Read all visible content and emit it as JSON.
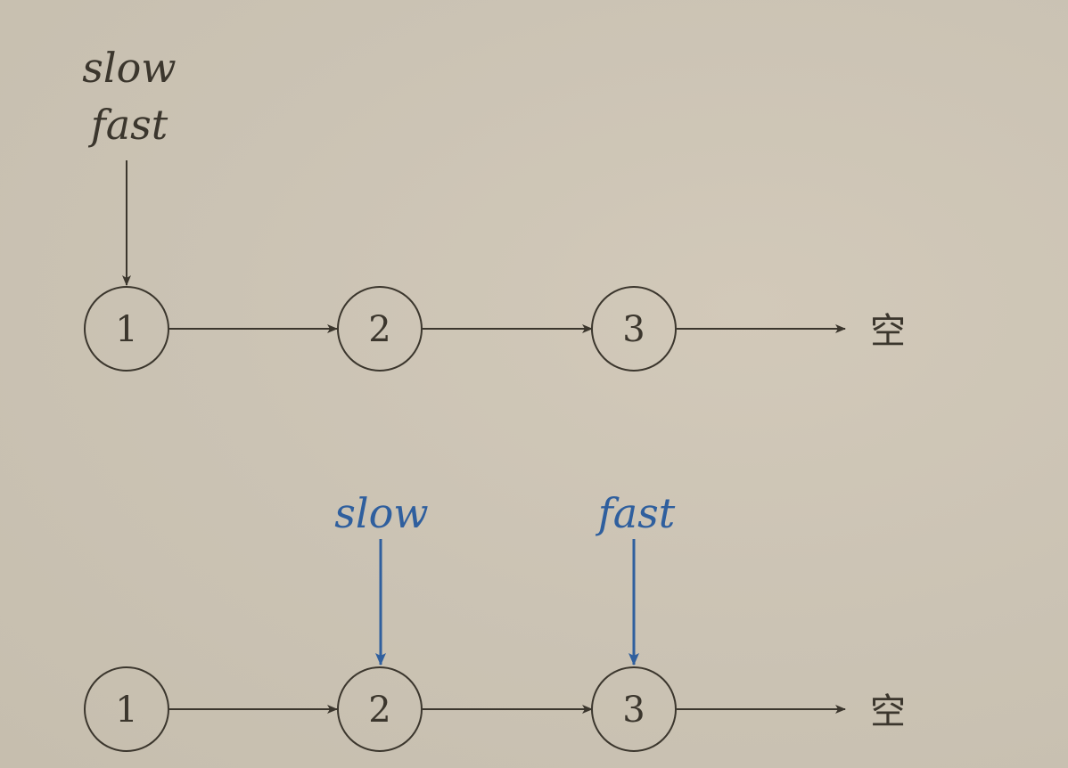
{
  "top": {
    "pointer_slow": "slow",
    "pointer_fast": "fast",
    "nodes": [
      "1",
      "2",
      "3"
    ],
    "null_label": "空"
  },
  "bottom": {
    "pointer_slow": "slow",
    "pointer_fast": "fast",
    "nodes": [
      "1",
      "2",
      "3"
    ],
    "null_label": "空"
  },
  "colors": {
    "ink": "#3b362d",
    "accent": "#2f5f9e"
  }
}
